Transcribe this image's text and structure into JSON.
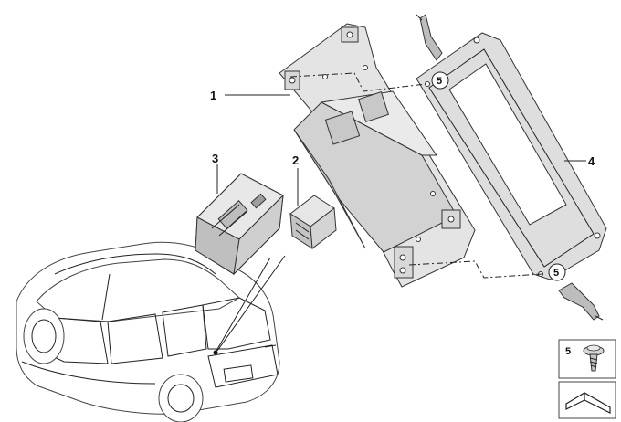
{
  "callouts": {
    "part1": "1",
    "part2": "2",
    "part3": "3",
    "part4": "4",
    "part5_top": "5",
    "part5_bottom": "5",
    "legend_part5": "5"
  },
  "colors": {
    "line": "#222222",
    "part_fill": "#e2e2e2",
    "part_shade": "#bdbdbd",
    "background": "#ffffff"
  },
  "icons": [
    "screw-icon",
    "assembly-direction-icon"
  ]
}
